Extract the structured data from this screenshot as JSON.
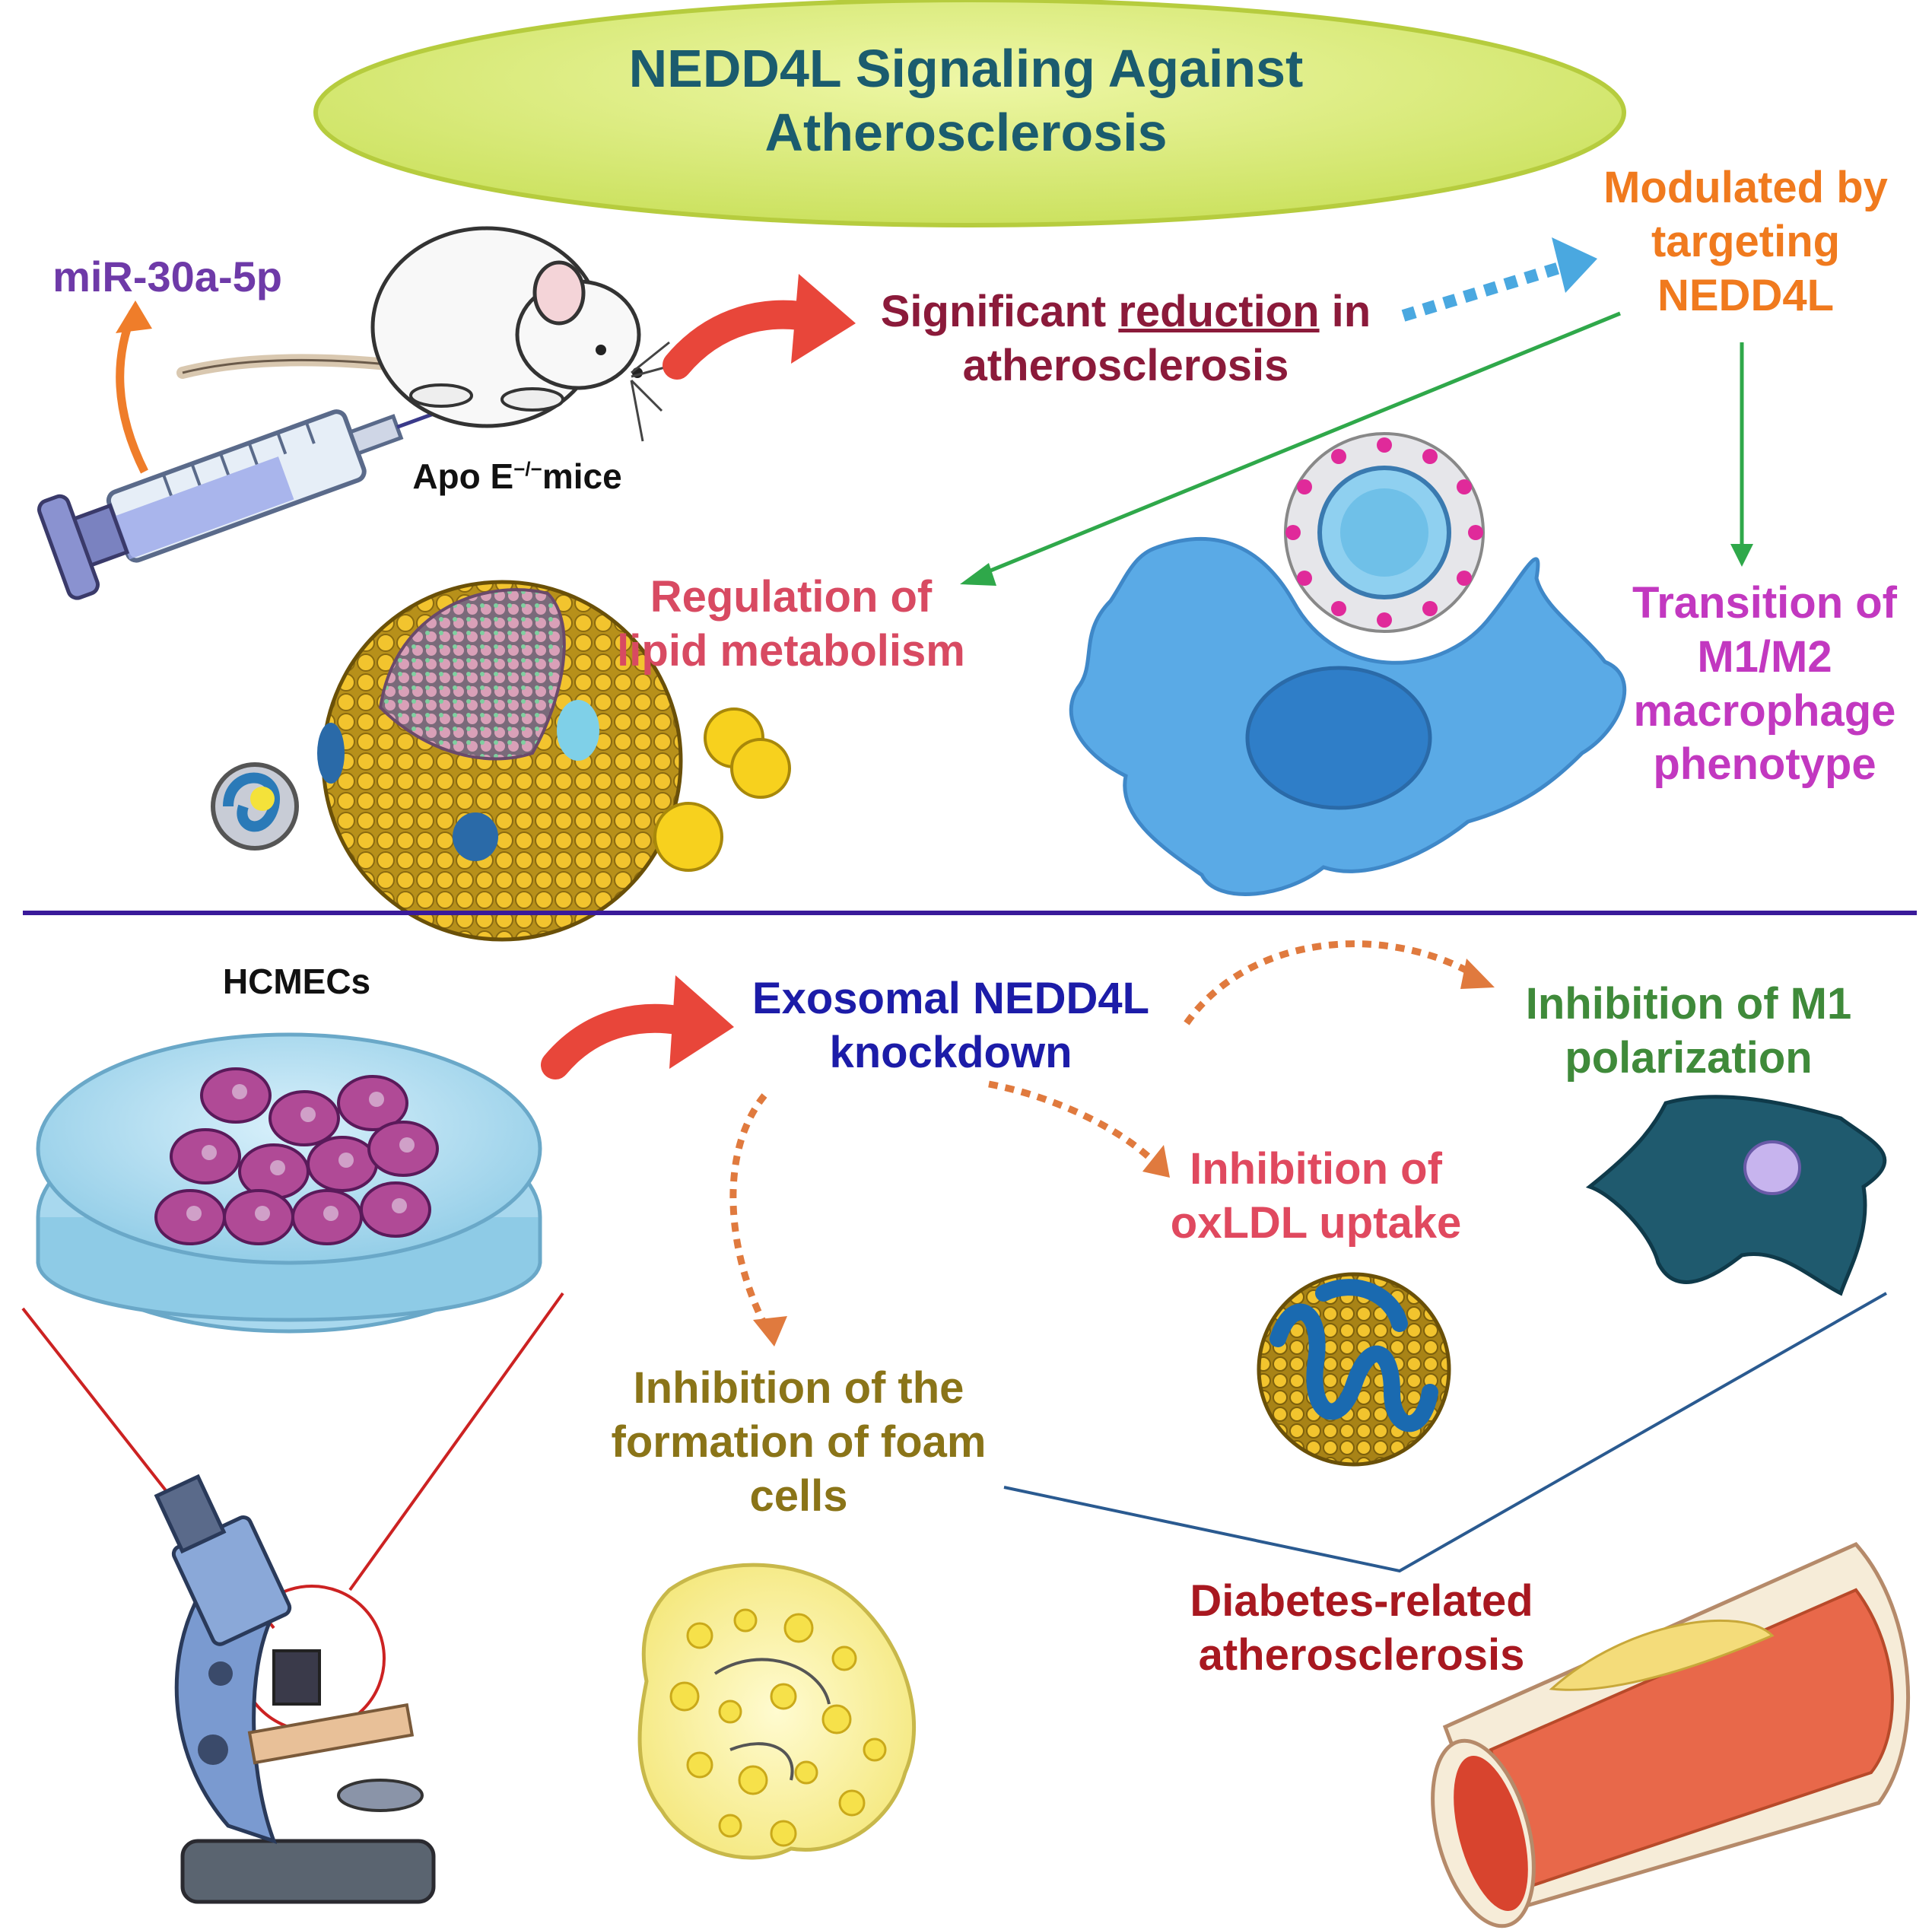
{
  "title": {
    "line1": "NEDD4L Signaling Against",
    "line2": "Atherosclerosis"
  },
  "top_panel": {
    "mir_label": "miR-30a-5p",
    "mouse_label": {
      "prefix": "Apo E",
      "superscript": "−/−",
      "suffix": "mice"
    },
    "reduction_label": {
      "text1": "Significant ",
      "underlined": "reduction",
      "text2": " in",
      "line2": "atherosclerosis"
    },
    "modulated_label": {
      "line1": "Modulated by",
      "line2": "targeting",
      "line3": "NEDD4L"
    },
    "lipid_label": {
      "line1": "Regulation of",
      "line2": "lipid metabolism"
    },
    "transition_label": {
      "line1": "Transition of",
      "line2": "M1/M2",
      "line3": "macrophage",
      "line4": "phenotype"
    }
  },
  "bottom_panel": {
    "cells_label": "HCMECs",
    "exosomal_label": {
      "line1": "Exosomal NEDD4L",
      "line2": "knockdown"
    },
    "m1_label": {
      "line1": "Inhibition of M1",
      "line2": "polarization"
    },
    "oxldl_label": {
      "line1": "Inhibition of",
      "line2": "oxLDL uptake"
    },
    "foam_label": {
      "line1": "Inhibition of the",
      "line2": "formation of foam",
      "line3": "cells"
    },
    "diabetes_label": {
      "line1": "Diabetes-related",
      "line2": "atherosclerosis"
    }
  },
  "colors": {
    "title_bg": "#d9eb6e",
    "title_text": "#1b5c6e",
    "divider": "#3a1a9a",
    "red_arrow": "#e8463a",
    "blue_dotted": "#4aa8e0",
    "green_line": "#2fa84a",
    "orange_dotted": "#e07a3e",
    "macrophage": "#5aaae6"
  }
}
